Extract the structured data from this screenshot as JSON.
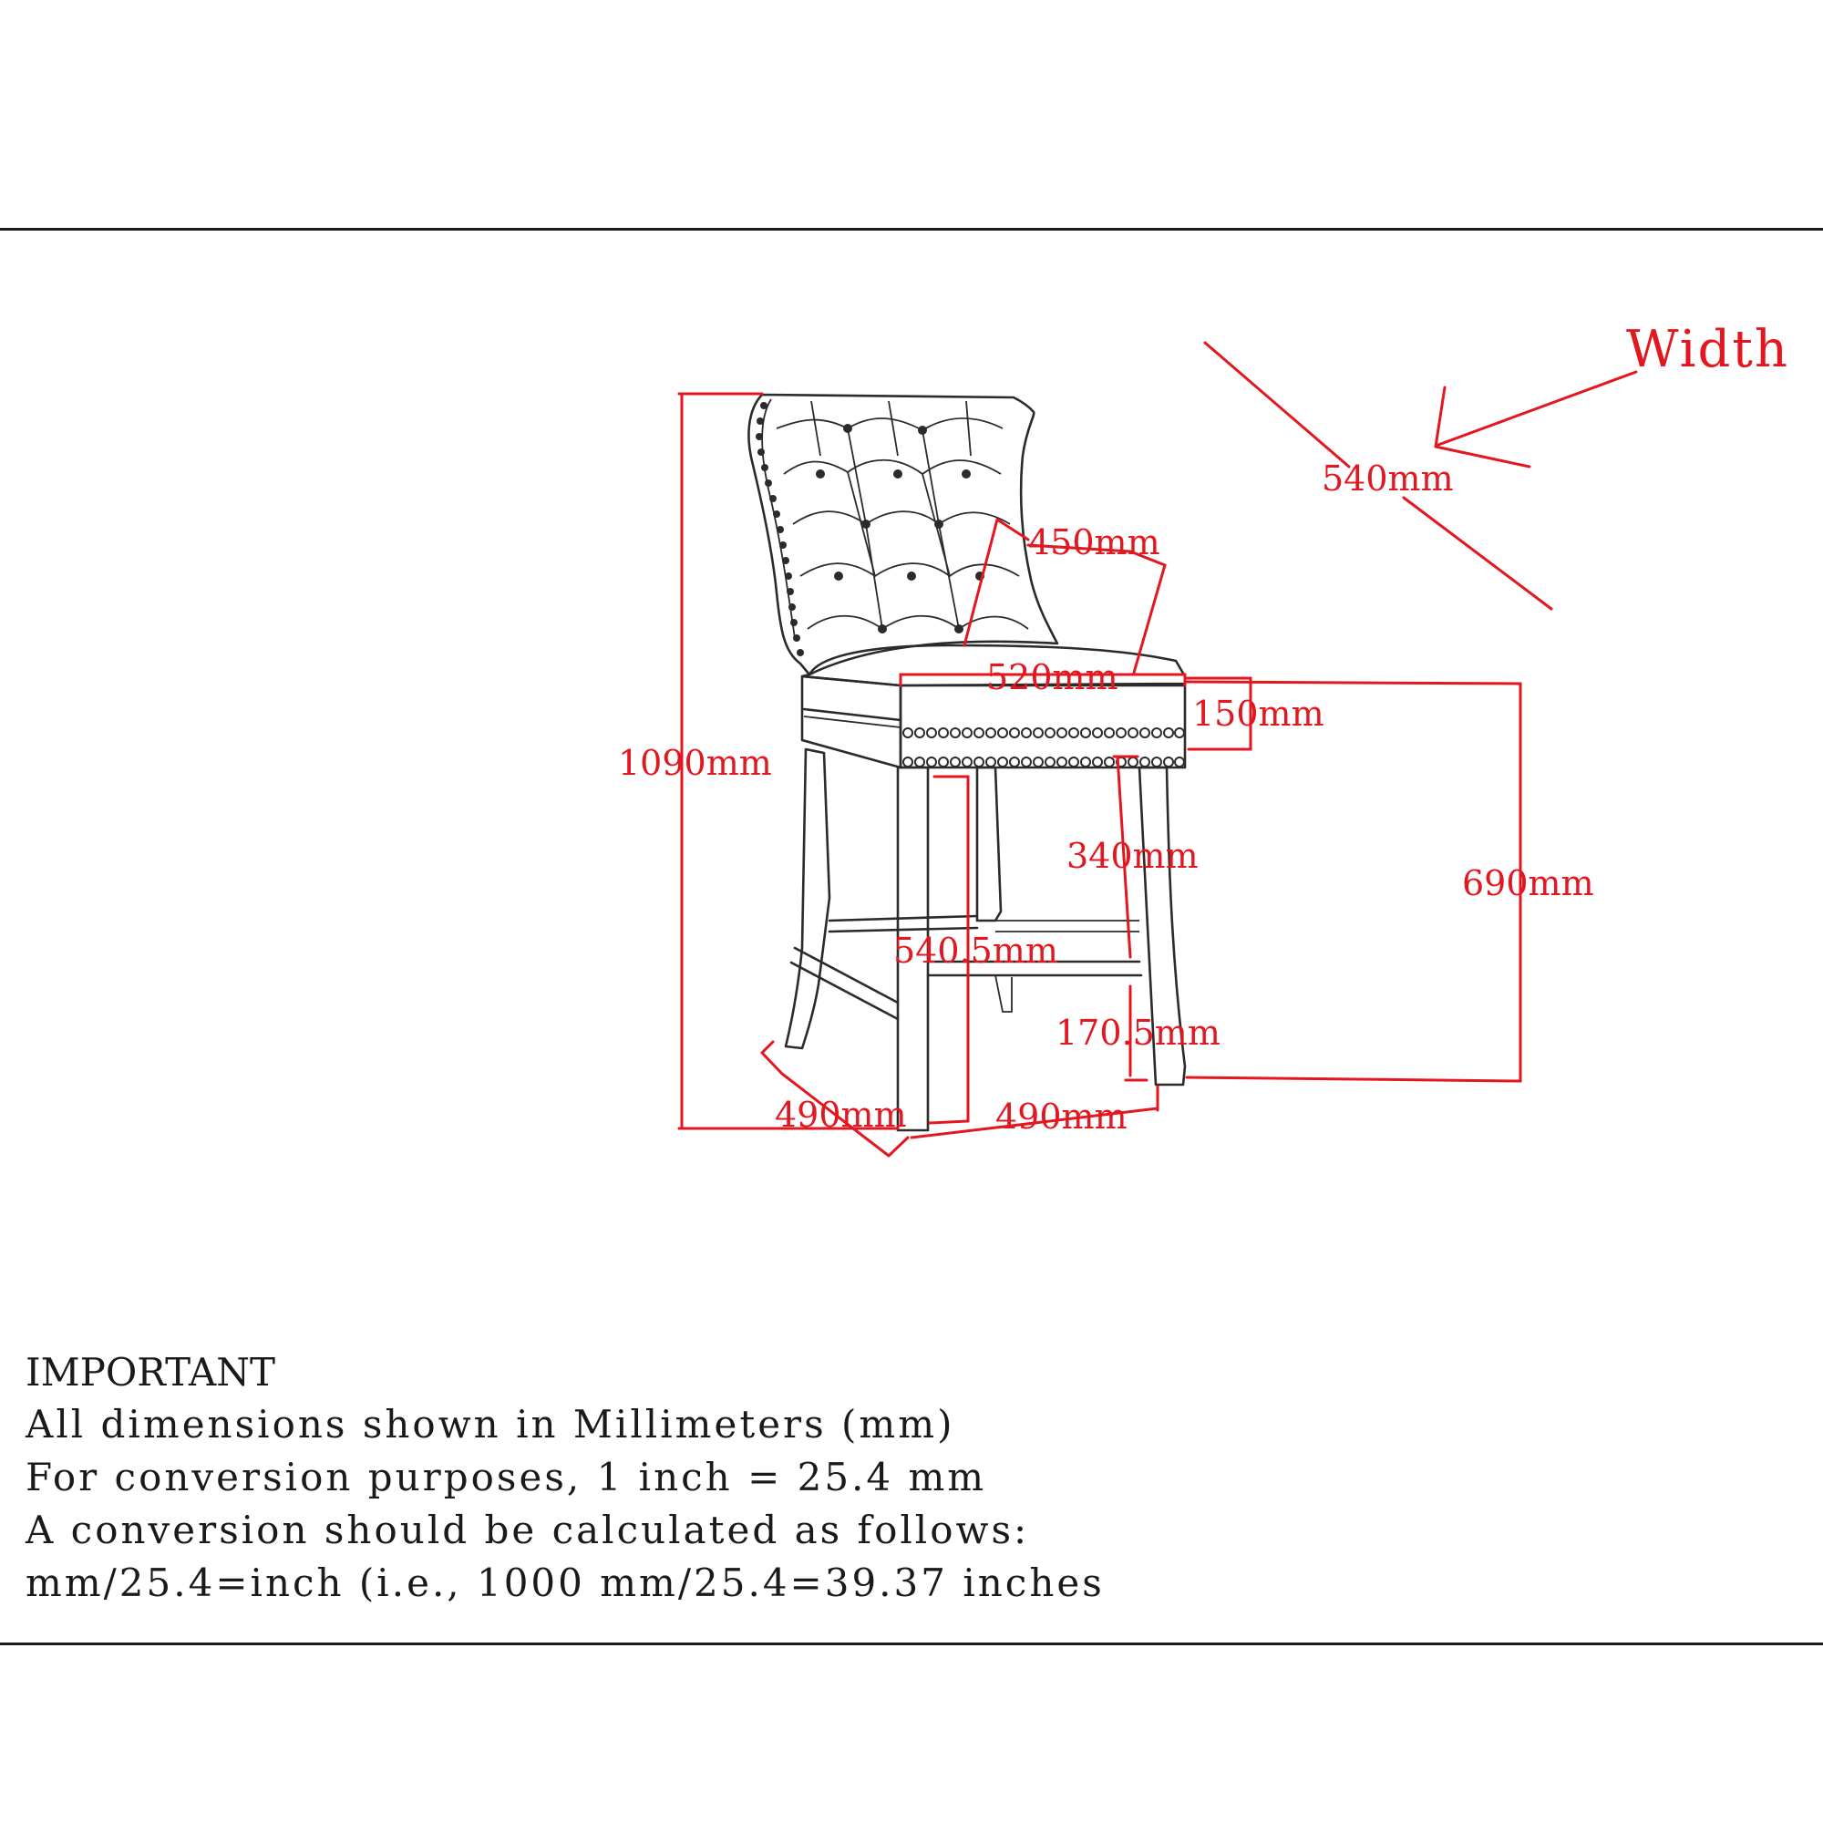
{
  "diagram": {
    "width_label": "Width",
    "dimensions": {
      "depth_top": "540mm",
      "back_width": "450mm",
      "seat_width": "520mm",
      "seat_thickness": "150mm",
      "total_height": "1090mm",
      "seat_height": "690mm",
      "leg_upper": "340mm",
      "footrest_height": "540.5mm",
      "footrest_lower": "170.5mm",
      "base_depth": "490mm",
      "base_width": "490mm"
    },
    "colors": {
      "dimension": "#e3171f",
      "line_art": "#2b2b2b",
      "rule": "#1a1a1a"
    }
  },
  "notes": {
    "heading": "IMPORTANT",
    "lines": [
      "All dimensions shown in Millimeters (mm)",
      "For conversion purposes, 1 inch = 25.4 mm",
      "A conversion should be calculated as follows:",
      "mm/25.4=inch (i.e., 1000 mm/25.4=39.37 inches"
    ]
  }
}
